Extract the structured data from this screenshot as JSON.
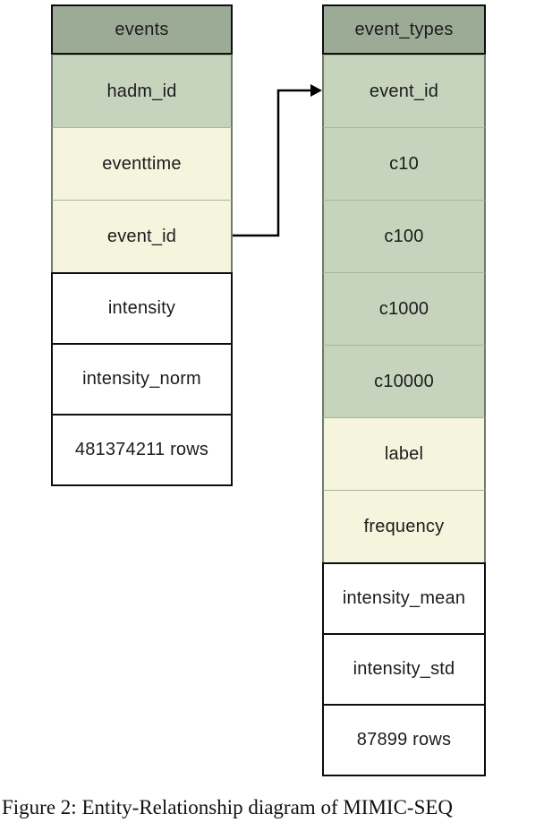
{
  "caption": "Figure 2: Entity-Relationship diagram of MIMIC-SEQ",
  "colors": {
    "header_bg": "#9cab96",
    "key_green_bg": "#c6d3bd",
    "attribute_cream_bg": "#f4f5dc",
    "plain_white_bg": "#ffffff",
    "dark_border": "#0d0d0d",
    "olive_border": "#6f7a69",
    "arrow": "#000000"
  },
  "diagram": {
    "tables": [
      {
        "name": "events",
        "fields": [
          {
            "label": "hadm_id",
            "style": "green"
          },
          {
            "label": "eventtime",
            "style": "cream"
          },
          {
            "label": "event_id",
            "style": "cream"
          },
          {
            "label": "intensity",
            "style": "white"
          },
          {
            "label": "intensity_norm",
            "style": "white"
          },
          {
            "label": "481374211 rows",
            "style": "white"
          }
        ]
      },
      {
        "name": "event_types",
        "fields": [
          {
            "label": "event_id",
            "style": "green"
          },
          {
            "label": "c10",
            "style": "green"
          },
          {
            "label": "c100",
            "style": "green"
          },
          {
            "label": "c1000",
            "style": "green"
          },
          {
            "label": "c10000",
            "style": "green"
          },
          {
            "label": "label",
            "style": "cream"
          },
          {
            "label": "frequency",
            "style": "cream"
          },
          {
            "label": "intensity_mean",
            "style": "white"
          },
          {
            "label": "intensity_std",
            "style": "white"
          },
          {
            "label": "87899 rows",
            "style": "white"
          }
        ]
      }
    ],
    "relationship": {
      "from_table": "events",
      "from_field": "event_id",
      "to_table": "event_types",
      "to_field": "event_id"
    }
  }
}
